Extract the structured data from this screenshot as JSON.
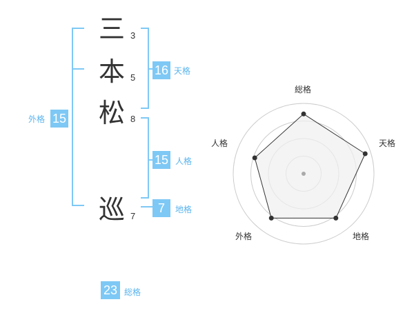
{
  "name": {
    "chars": [
      {
        "char": "三",
        "strokes": "3"
      },
      {
        "char": "本",
        "strokes": "5"
      },
      {
        "char": "松",
        "strokes": "8"
      },
      {
        "char": "巡",
        "strokes": "7"
      }
    ]
  },
  "fortune": {
    "tenkaku": {
      "value": "16",
      "label": "天格"
    },
    "jinkaku": {
      "value": "15",
      "label": "人格"
    },
    "chikaku": {
      "value": "7",
      "label": "地格"
    },
    "gaikaku": {
      "value": "15",
      "label": "外格"
    },
    "soukaku": {
      "value": "23",
      "label": "総格"
    }
  },
  "radar": {
    "axes": [
      "総格",
      "天格",
      "地格",
      "外格",
      "人格"
    ],
    "values": [
      0.85,
      0.92,
      0.78,
      0.78,
      0.73
    ],
    "colors": {
      "fill": "#f0f0f0",
      "line": "#333333",
      "ring": "#cccccc",
      "center": "#aaaaaa"
    }
  }
}
